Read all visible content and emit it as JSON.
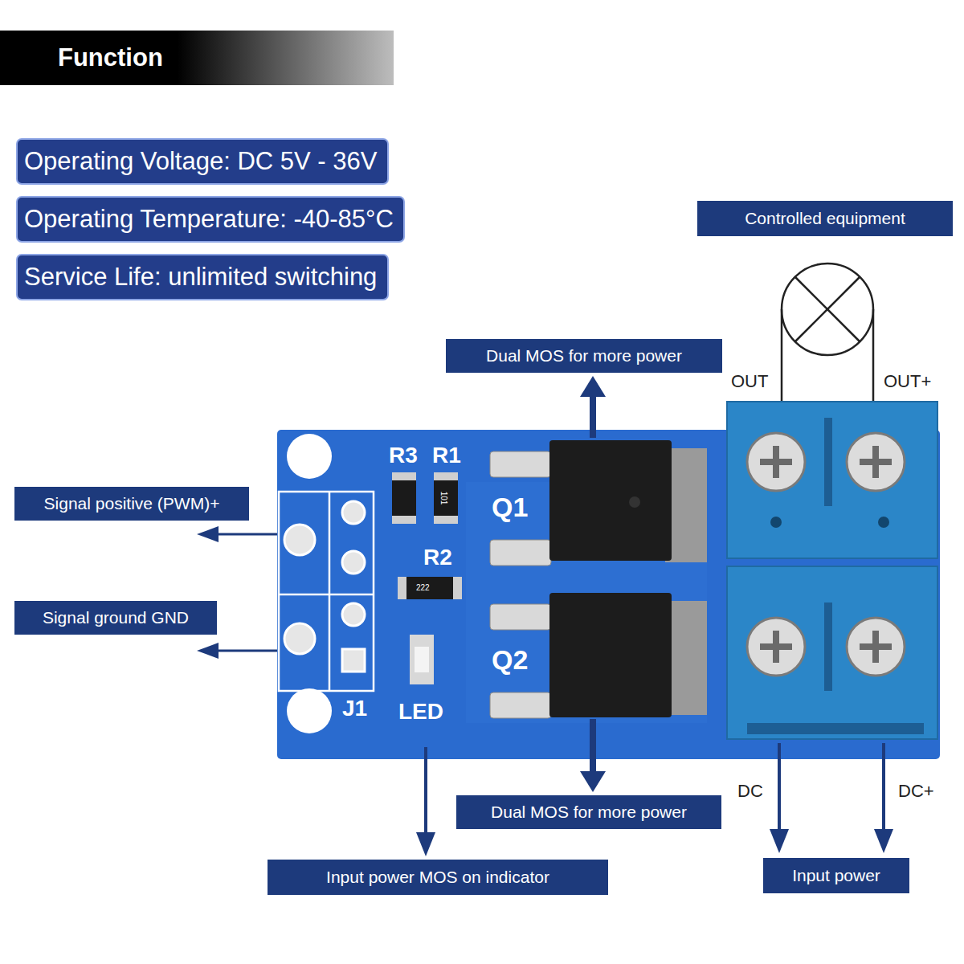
{
  "diagram": {
    "title": "Function",
    "nodes": [
      {
        "text": [
          "Operating Voltage: DC 5V - 36V"
        ]
      },
      {
        "text": [
          "Operating Temperature: -40-85°C"
        ]
      },
      {
        "text": [
          "Service Life: unlimited switching"
        ]
      },
      {
        "text": [
          "Controlled equipment"
        ]
      },
      {
        "text": [
          "Dual MOS for more power"
        ]
      },
      {
        "text": [
          "Signal positive (PWM)+"
        ]
      },
      {
        "text": [
          "Signal ground GND"
        ]
      },
      {
        "text": [
          "Dual MOS for more power"
        ]
      },
      {
        "text": [
          "Input power MOS on indicator"
        ]
      },
      {
        "text": [
          "Input power"
        ]
      }
    ],
    "labels": [
      "OUT",
      "OUT+",
      "R3",
      "R1",
      "Q1",
      "101",
      "R2",
      "222",
      "Q2",
      "J1",
      "LED",
      "DC",
      "DC+"
    ]
  }
}
